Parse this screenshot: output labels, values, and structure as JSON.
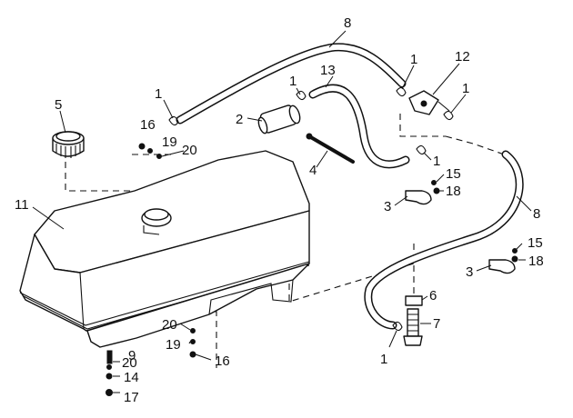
{
  "callouts": [
    {
      "id": "c1a",
      "label": "1"
    },
    {
      "id": "c1b",
      "label": "1"
    },
    {
      "id": "c1c",
      "label": "1"
    },
    {
      "id": "c1d",
      "label": "1"
    },
    {
      "id": "c1e",
      "label": "1"
    },
    {
      "id": "c1f",
      "label": "1"
    },
    {
      "id": "c2",
      "label": "2"
    },
    {
      "id": "c3a",
      "label": "3"
    },
    {
      "id": "c3b",
      "label": "3"
    },
    {
      "id": "c4",
      "label": "4"
    },
    {
      "id": "c5",
      "label": "5"
    },
    {
      "id": "c6",
      "label": "6"
    },
    {
      "id": "c7",
      "label": "7"
    },
    {
      "id": "c8a",
      "label": "8"
    },
    {
      "id": "c8b",
      "label": "8"
    },
    {
      "id": "c9",
      "label": "9"
    },
    {
      "id": "c11",
      "label": "11"
    },
    {
      "id": "c12",
      "label": "12"
    },
    {
      "id": "c13",
      "label": "13"
    },
    {
      "id": "c14",
      "label": "14"
    },
    {
      "id": "c15a",
      "label": "15"
    },
    {
      "id": "c15b",
      "label": "15"
    },
    {
      "id": "c16a",
      "label": "16"
    },
    {
      "id": "c16b",
      "label": "16"
    },
    {
      "id": "c17",
      "label": "17"
    },
    {
      "id": "c18a",
      "label": "18"
    },
    {
      "id": "c18b",
      "label": "18"
    },
    {
      "id": "c19a",
      "label": "19"
    },
    {
      "id": "c19b",
      "label": "19"
    },
    {
      "id": "c20a",
      "label": "20"
    },
    {
      "id": "c20b",
      "label": "20"
    },
    {
      "id": "c20c",
      "label": "20"
    }
  ]
}
